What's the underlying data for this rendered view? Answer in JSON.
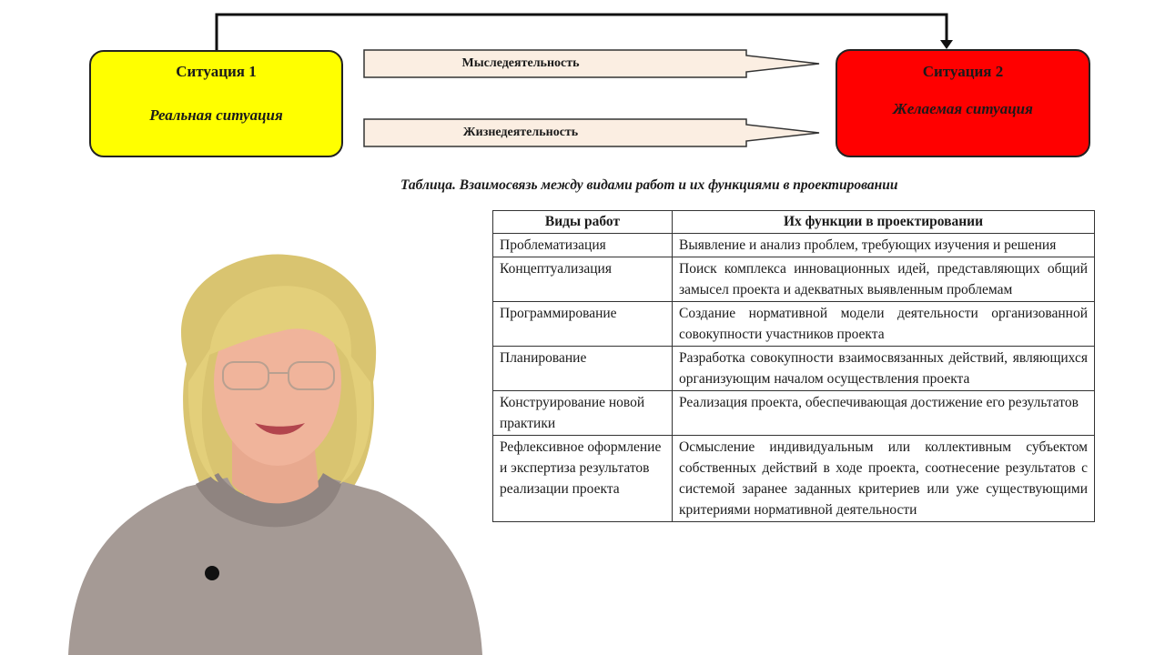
{
  "diagram": {
    "situation1": {
      "title": "Ситуация 1",
      "subtitle": "Реальная ситуация"
    },
    "situation2": {
      "title": "Ситуация 2",
      "subtitle": "Желаемая ситуация"
    },
    "arrow_top_label": "Мыследеятельность",
    "arrow_bottom_label": "Жизнедеятельность",
    "colors": {
      "situation1": "#ffff00",
      "situation2": "#ff0000",
      "arrow_fill": "#fbeee2"
    }
  },
  "table": {
    "caption": "Таблица. Взаимосвязь между видами работ и их функциями в проектировании",
    "headers": [
      "Виды работ",
      "Их функции в проектировании"
    ],
    "rows": [
      {
        "type": "Проблематизация",
        "function": "Выявление и анализ проблем, требующих изучения и решения"
      },
      {
        "type": "Концептуализация",
        "function": "Поиск комплекса инновационных идей, представляющих общий замысел проекта и адекватных выявленным проблемам"
      },
      {
        "type": "Программирование",
        "function": "Создание нормативной модели деятельности организованной совокупности участников проекта"
      },
      {
        "type": "Планирование",
        "function": "Разработка совокупности взаимосвязанных действий, являющихся организующим началом осуществления проекта"
      },
      {
        "type": "Конструирование новой практики",
        "function": "Реализация проекта, обеспечивающая достижение его результатов"
      },
      {
        "type": "Рефлексивное оформление и экспертиза результатов реализации проекта",
        "function": "Осмысление индивидуальным или коллективным субъектом собственных действий в ходе проекта, соотнесение результатов с системой заранее заданных критериев или уже существующими критериями нормативной деятельности"
      }
    ]
  }
}
